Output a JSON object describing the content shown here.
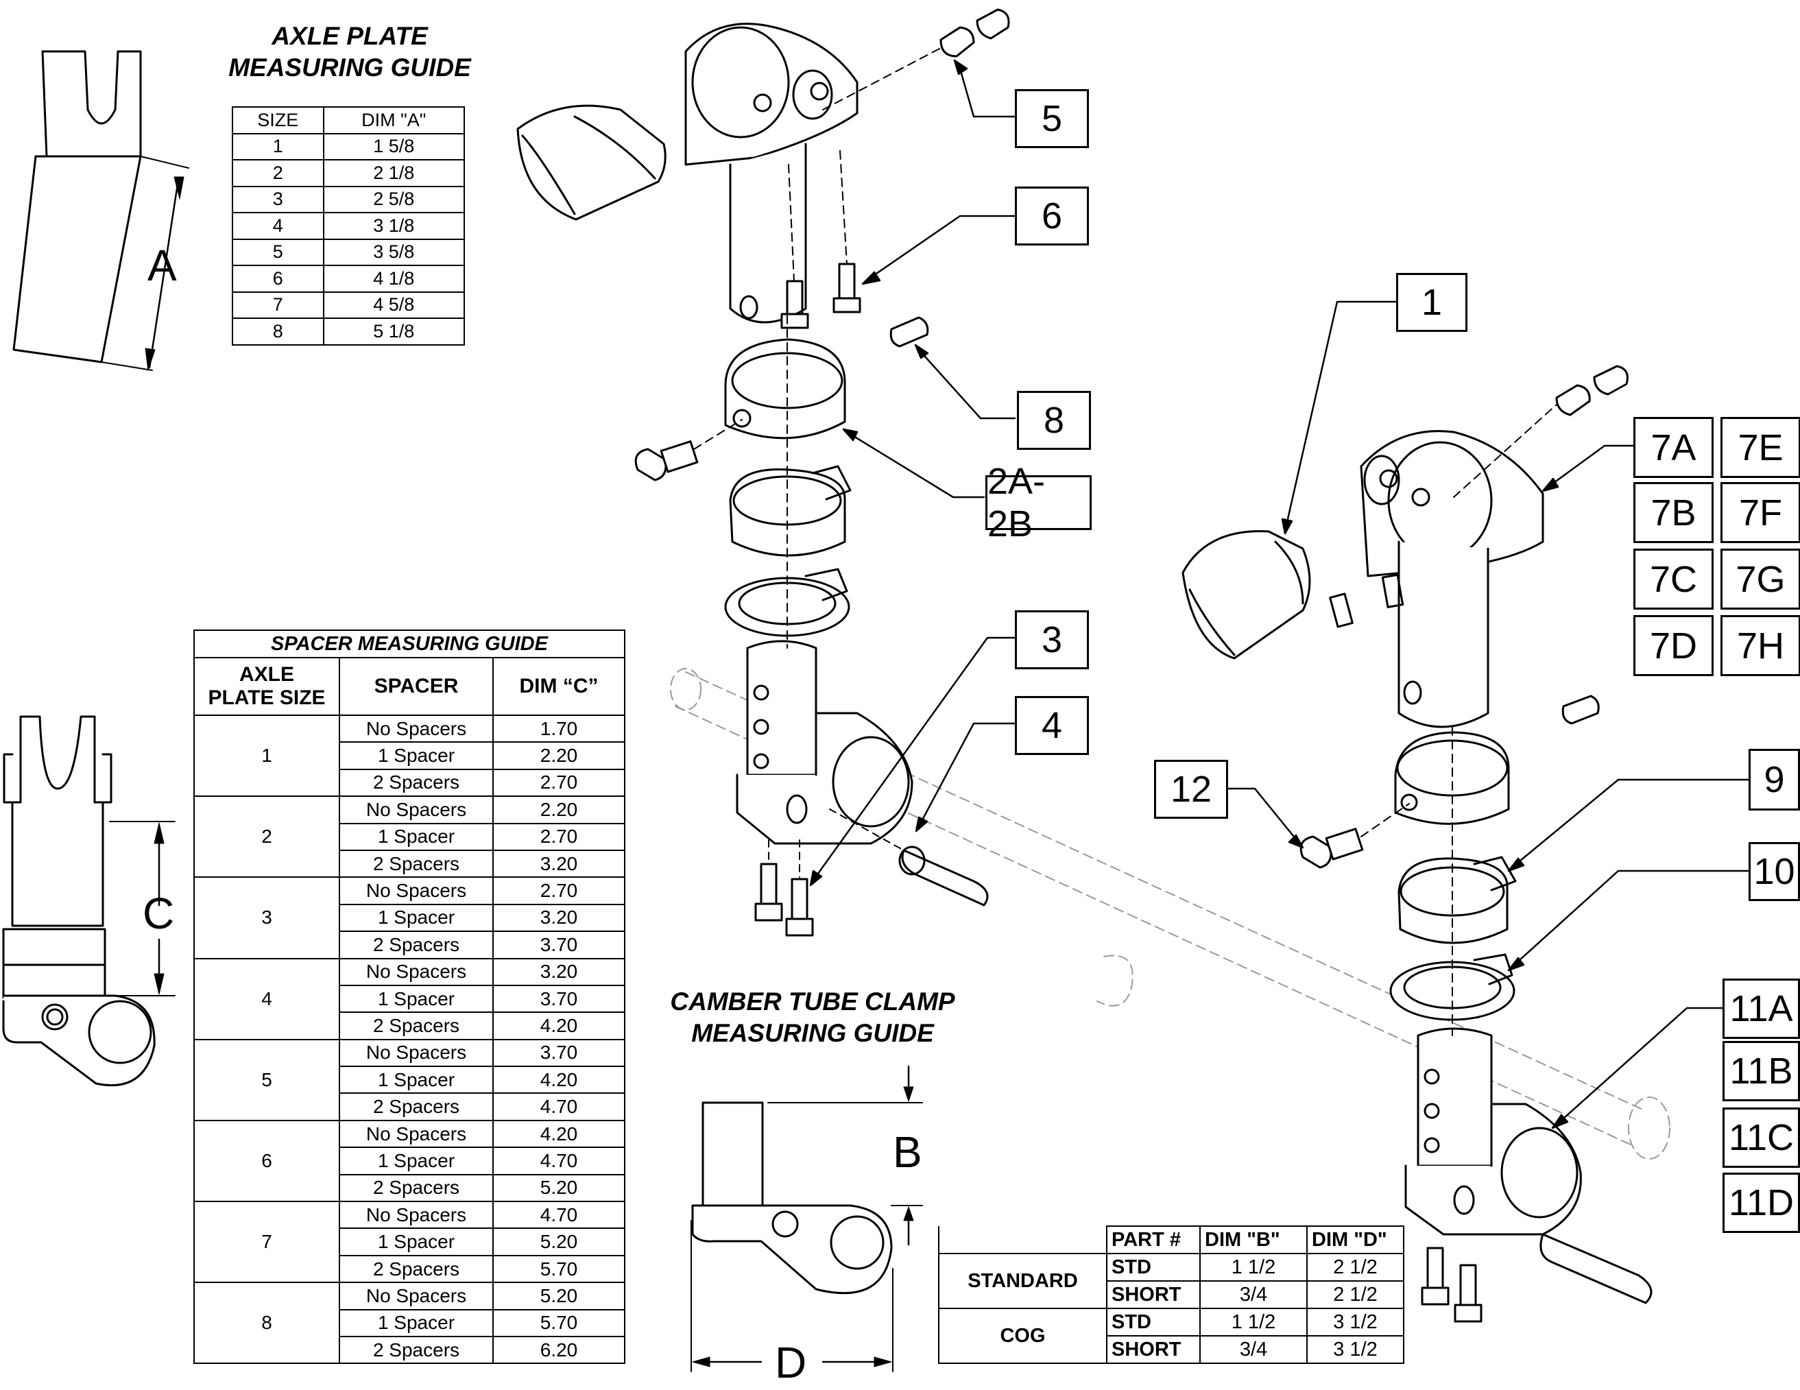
{
  "axle_guide": {
    "title_line1": "AXLE PLATE",
    "title_line2": "MEASURING GUIDE",
    "columns": [
      "SIZE",
      "DIM \"A\""
    ],
    "rows": [
      [
        "1",
        "1 5/8"
      ],
      [
        "2",
        "2 1/8"
      ],
      [
        "3",
        "2 5/8"
      ],
      [
        "4",
        "3 1/8"
      ],
      [
        "5",
        "3 5/8"
      ],
      [
        "6",
        "4 1/8"
      ],
      [
        "7",
        "4 5/8"
      ],
      [
        "8",
        "5 1/8"
      ]
    ],
    "dim_label": "A"
  },
  "spacer_guide": {
    "title": "SPACER MEASURING GUIDE",
    "col1_line1": "AXLE",
    "col1_line2": "PLATE SIZE",
    "col2": "SPACER",
    "col3": "DIM “C”",
    "groups": [
      {
        "size": "1",
        "rows": [
          [
            "No Spacers",
            "1.70"
          ],
          [
            "1 Spacer",
            "2.20"
          ],
          [
            "2 Spacers",
            "2.70"
          ]
        ]
      },
      {
        "size": "2",
        "rows": [
          [
            "No Spacers",
            "2.20"
          ],
          [
            "1 Spacer",
            "2.70"
          ],
          [
            "2 Spacers",
            "3.20"
          ]
        ]
      },
      {
        "size": "3",
        "rows": [
          [
            "No Spacers",
            "2.70"
          ],
          [
            "1 Spacer",
            "3.20"
          ],
          [
            "2 Spacers",
            "3.70"
          ]
        ]
      },
      {
        "size": "4",
        "rows": [
          [
            "No Spacers",
            "3.20"
          ],
          [
            "1 Spacer",
            "3.70"
          ],
          [
            "2 Spacers",
            "4.20"
          ]
        ]
      },
      {
        "size": "5",
        "rows": [
          [
            "No Spacers",
            "3.70"
          ],
          [
            "1 Spacer",
            "4.20"
          ],
          [
            "2 Spacers",
            "4.70"
          ]
        ]
      },
      {
        "size": "6",
        "rows": [
          [
            "No Spacers",
            "4.20"
          ],
          [
            "1 Spacer",
            "4.70"
          ],
          [
            "2 Spacers",
            "5.20"
          ]
        ]
      },
      {
        "size": "7",
        "rows": [
          [
            "No Spacers",
            "4.70"
          ],
          [
            "1 Spacer",
            "5.20"
          ],
          [
            "2 Spacers",
            "5.70"
          ]
        ]
      },
      {
        "size": "8",
        "rows": [
          [
            "No Spacers",
            "5.20"
          ],
          [
            "1 Spacer",
            "5.70"
          ],
          [
            "2 Spacers",
            "6.20"
          ]
        ]
      }
    ],
    "dim_label": "C"
  },
  "camber_guide": {
    "title_line1": "CAMBER  TUBE  CLAMP",
    "title_line2": "MEASURING GUIDE",
    "dim_b_label": "B",
    "dim_d_label": "D",
    "columns": [
      "PART #",
      "DIM \"B\"",
      "DIM \"D\""
    ],
    "groups": [
      {
        "name": "STANDARD",
        "rows": [
          [
            "STD",
            "1 1/2",
            "2 1/2"
          ],
          [
            "SHORT",
            "3/4",
            "2 1/2"
          ]
        ]
      },
      {
        "name": "COG",
        "rows": [
          [
            "STD",
            "1 1/2",
            "3 1/2"
          ],
          [
            "SHORT",
            "3/4",
            "3 1/2"
          ]
        ]
      }
    ]
  },
  "callouts": {
    "c5": "5",
    "c6": "6",
    "c8": "8",
    "c2a2b": "2A-2B",
    "c3": "3",
    "c4": "4",
    "c1": "1",
    "c7a": "7A",
    "c7b": "7B",
    "c7c": "7C",
    "c7d": "7D",
    "c7e": "7E",
    "c7f": "7F",
    "c7g": "7G",
    "c7h": "7H",
    "c12": "12",
    "c9": "9",
    "c10": "10",
    "c11a": "11A",
    "c11b": "11B",
    "c11c": "11C",
    "c11d": "11D"
  }
}
